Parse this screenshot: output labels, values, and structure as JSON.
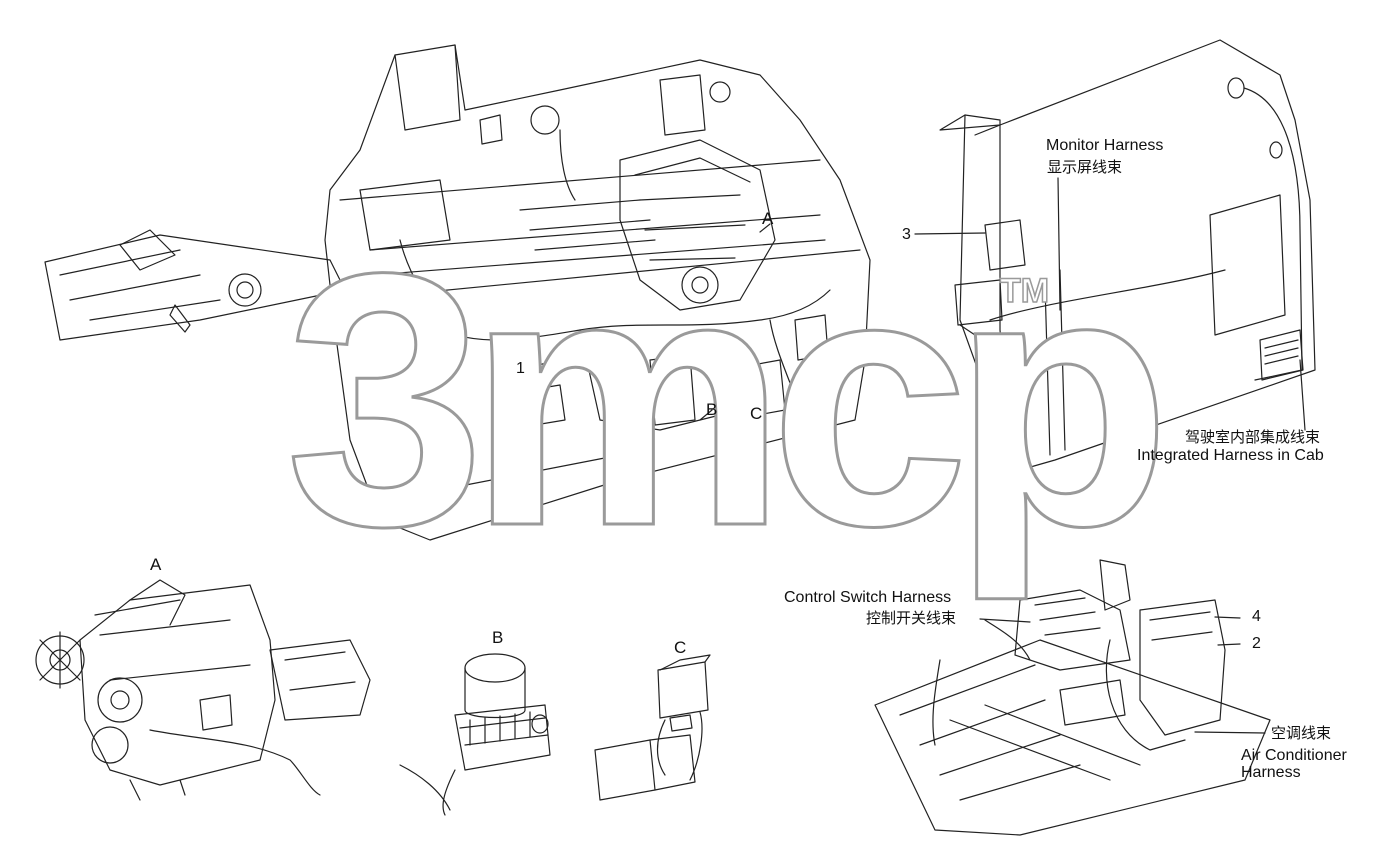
{
  "labels": {
    "monitor_en": "Monitor Harness",
    "monitor_cn": "显示屏线束",
    "cab_cn": "驾驶室内部集成线束",
    "cab_en": "Integrated Harness in Cab",
    "control_en": "Control Switch Harness",
    "control_cn": "控制开关线束",
    "ac_cn": "空调线束",
    "ac_en1": "Air Conditioner",
    "ac_en2": "Harness"
  },
  "callouts": {
    "n1": "1",
    "n2": "2",
    "n3": "3",
    "n4": "4",
    "a": "A",
    "b": "B",
    "c": "C"
  },
  "sections": {
    "a": "A",
    "b": "B",
    "c": "C"
  },
  "watermark": {
    "text": "3mcp",
    "tm": "TM"
  }
}
